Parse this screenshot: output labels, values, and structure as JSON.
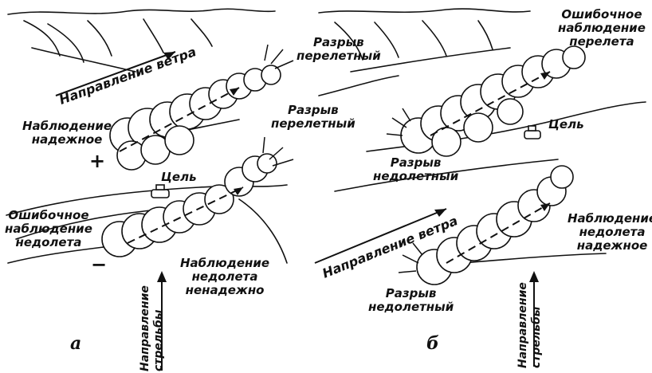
{
  "panel_a": {
    "letter": "а",
    "wind_label": "Направление ветра",
    "burst_over_1": [
      "Разрыв",
      "перелетный"
    ],
    "burst_over_2": [
      "Разрыв",
      "перелетный"
    ],
    "obs_reliable": [
      "Наблюдение",
      "надежное"
    ],
    "plus_sign": "+",
    "minus_sign": "−",
    "target": "Цель",
    "obs_erroneous_short": [
      "Ошибочное",
      "наблюдение",
      "недолета"
    ],
    "obs_short_unreliable": [
      "Наблюдение",
      "недолета",
      "ненадежно"
    ],
    "fire_direction": [
      "Направление",
      "стрельбы"
    ]
  },
  "panel_b": {
    "letter": "б",
    "obs_erroneous_over": [
      "Ошибочное",
      "наблюдение",
      "перелета"
    ],
    "target": "Цель",
    "burst_short_1": [
      "Разрыв",
      "недолетный"
    ],
    "wind_label": "Направление ветра",
    "obs_short_reliable": [
      "Наблюдение",
      "недолета",
      "надежное"
    ],
    "burst_short_2": [
      "Разрыв",
      "недолетный"
    ],
    "fire_direction": [
      "Направление",
      "стрельбы"
    ]
  }
}
